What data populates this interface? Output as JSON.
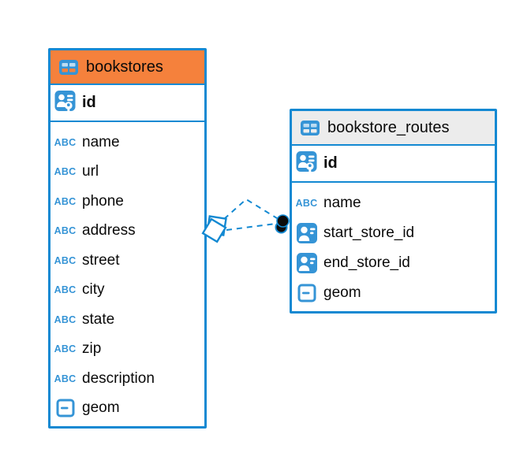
{
  "colors": {
    "accent_blue": "#1389d2",
    "icon_blue": "#3594d6",
    "selected_orange": "#f5813c",
    "header_gray": "#ececec",
    "text": "#0a0a0a",
    "dot_black": "#0b0b0b"
  },
  "icons": {
    "text_type_glyph": "ABC",
    "table_icon": "table-grid",
    "primary_key_icon": "user-key",
    "reference_icon": "user-card",
    "geometry_icon": "box-dash"
  },
  "tables": [
    {
      "name": "bookstores",
      "selected": true,
      "primary_key": {
        "name": "id"
      },
      "columns": [
        {
          "name": "name",
          "type": "text"
        },
        {
          "name": "url",
          "type": "text"
        },
        {
          "name": "phone",
          "type": "text"
        },
        {
          "name": "address",
          "type": "text"
        },
        {
          "name": "street",
          "type": "text"
        },
        {
          "name": "city",
          "type": "text"
        },
        {
          "name": "state",
          "type": "text"
        },
        {
          "name": "zip",
          "type": "text"
        },
        {
          "name": "description",
          "type": "text"
        },
        {
          "name": "geom",
          "type": "geometry"
        }
      ]
    },
    {
      "name": "bookstore_routes",
      "selected": false,
      "primary_key": {
        "name": "id"
      },
      "columns": [
        {
          "name": "name",
          "type": "text"
        },
        {
          "name": "start_store_id",
          "type": "reference"
        },
        {
          "name": "end_store_id",
          "type": "reference"
        },
        {
          "name": "geom",
          "type": "geometry"
        }
      ]
    }
  ],
  "relationship": {
    "from_table": "bookstores",
    "to_table": "bookstore_routes",
    "line_style": "dashed",
    "line_count": 2,
    "source_marker": "stacked-squares",
    "target_marker": "stacked-dots",
    "color": "#1389d2"
  }
}
